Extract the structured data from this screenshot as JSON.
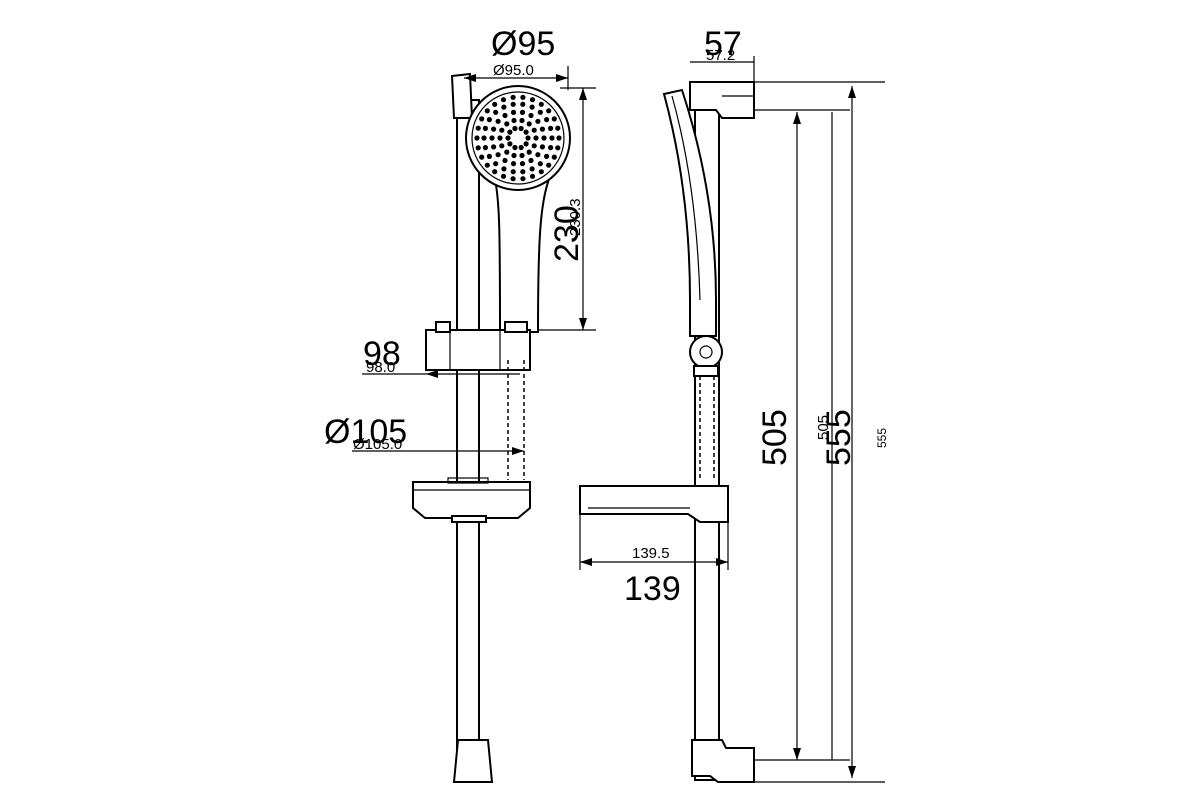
{
  "dimensions": {
    "head_diameter": "Ø95",
    "head_diameter_precise": "Ø95.0",
    "side_width": "57",
    "side_width_precise": "57.2",
    "head_length": "230",
    "head_length_precise": "230.3",
    "holder_offset": "98",
    "holder_offset_precise": "98.0",
    "dish_diameter": "Ø105",
    "dish_diameter_precise": "Ø105.0",
    "dish_depth": "139",
    "dish_depth_precise": "139.5",
    "rail_length": "505",
    "rail_length_precise": "505",
    "overall_height": "555",
    "overall_height_precise": "555",
    "overall_height_outer": "555"
  }
}
